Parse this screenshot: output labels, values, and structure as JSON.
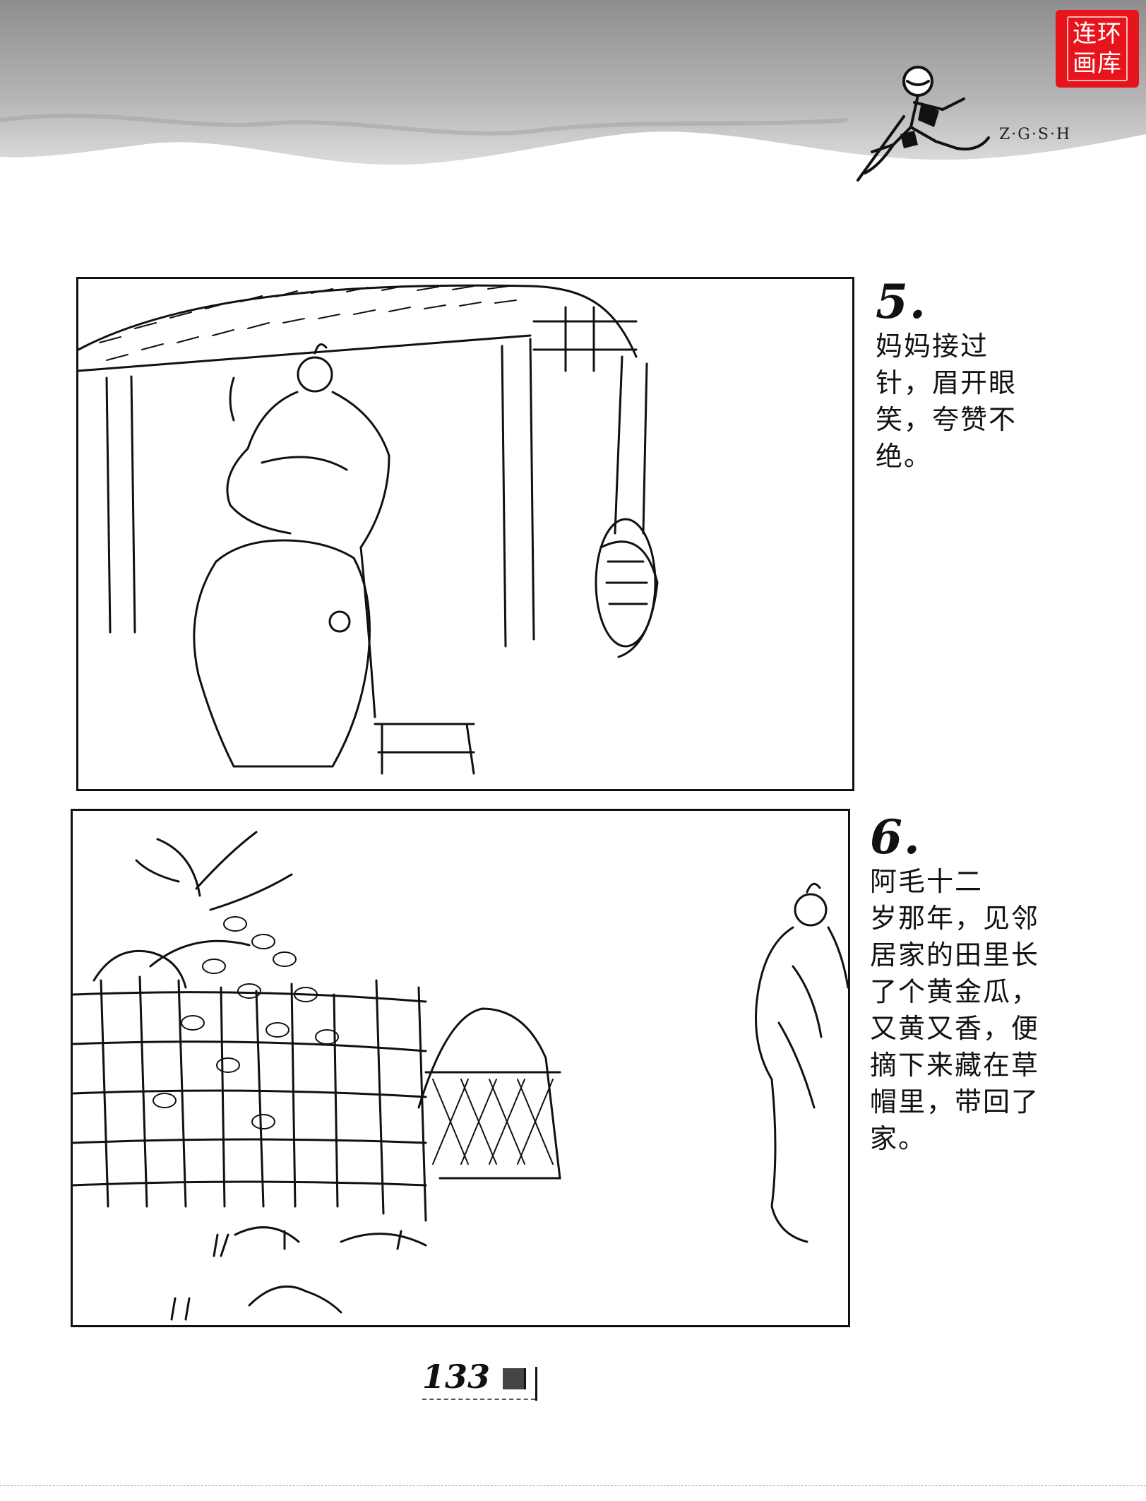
{
  "header": {
    "stamp_line1": "连环",
    "stamp_line2": "画库",
    "series_mark": "Z·G·S·H",
    "stamp_color": "#e8141b"
  },
  "panels": [
    {
      "number": "5.",
      "caption": "妈妈接过\n针，眉开眼\n笑，夸赞不\n绝。",
      "scene_icon": "shed-woman-jar-illustration"
    },
    {
      "number": "6.",
      "caption": "阿毛十二\n岁那年，见邻\n居家的田里长\n了个黄金瓜，\n又黄又香，便\n摘下来藏在草\n帽里，带回了\n家。",
      "scene_icon": "fence-melon-field-illustration"
    }
  ],
  "footer": {
    "page_number": "133"
  }
}
